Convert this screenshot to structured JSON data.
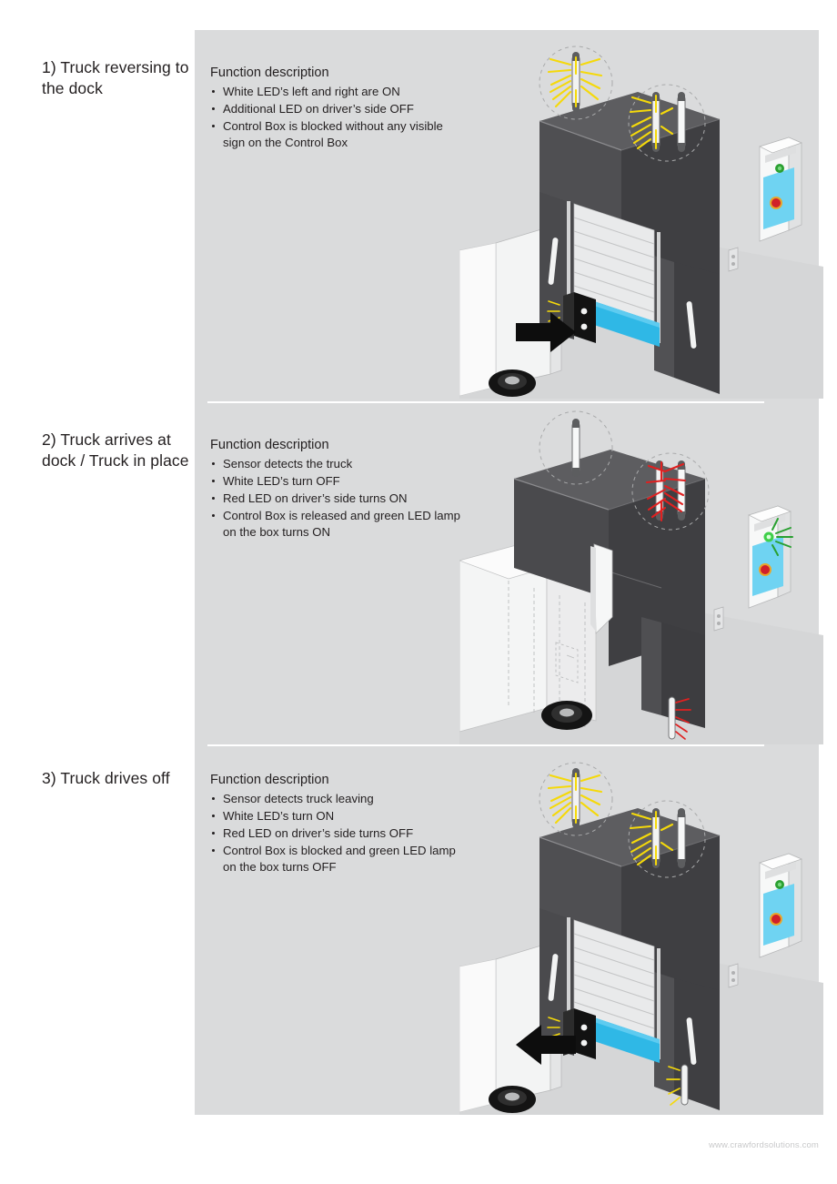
{
  "document": {
    "background_color": "#ffffff",
    "panel_color": "#dadbdc",
    "text_color": "#231f20",
    "footer": "www.crawfordsolutions.com"
  },
  "sections": [
    {
      "title": "1) Truck reversing to the dock",
      "function_heading": "Function description",
      "bullets": [
        "White LED’s left and right are ON",
        "Additional LED on driver’s side OFF",
        "Control Box is blocked without any visible sign on the Control Box"
      ],
      "scene": {
        "door_open": true,
        "truck_arrow": "right",
        "white_led_left": "on",
        "white_led_right": "on",
        "red_led": "off",
        "control_box_green_lamp": "off",
        "callout_top_label": "white-led-callout",
        "callout_right_label": "led-pair-callout"
      }
    },
    {
      "title": "2) Truck arrives at dock / Truck in place",
      "function_heading": "Function description",
      "bullets": [
        "Sensor detects the truck",
        "White LED’s turn OFF",
        "Red LED on driver’s side turns ON",
        "Control Box is released and green LED lamp on the box turns ON"
      ],
      "scene": {
        "door_open": false,
        "truck_arrow": "none",
        "white_led_left": "off",
        "white_led_right": "off",
        "red_led": "on",
        "control_box_green_lamp": "on",
        "callout_top_label": "white-led-off-callout",
        "callout_right_label": "red-led-callout"
      }
    },
    {
      "title": "3) Truck drives off",
      "function_heading": "Function description",
      "bullets": [
        "Sensor detects truck leaving",
        "White LED’s turn ON",
        "Red LED on driver’s side turns OFF",
        "Control Box is blocked and green LED lamp on the box turns OFF"
      ],
      "scene": {
        "door_open": true,
        "truck_arrow": "left",
        "white_led_left": "on",
        "white_led_right": "on",
        "red_led": "off",
        "control_box_green_lamp": "off",
        "callout_top_label": "white-led-callout",
        "callout_right_label": "led-pair-callout"
      }
    }
  ],
  "colors": {
    "dock_dark": "#4a4a4d",
    "dock_darker": "#3c3c3f",
    "dock_mid": "#5b5b5e",
    "door_panel": "#e9eaeb",
    "bumper_blue": "#2fb8e6",
    "led_yellow": "#f5d90a",
    "led_red": "#e02020",
    "green_lamp": "#2aa031",
    "red_button": "#d0202a",
    "box_blue": "#6fd3f2",
    "arrow_black": "#0d0d0d"
  }
}
